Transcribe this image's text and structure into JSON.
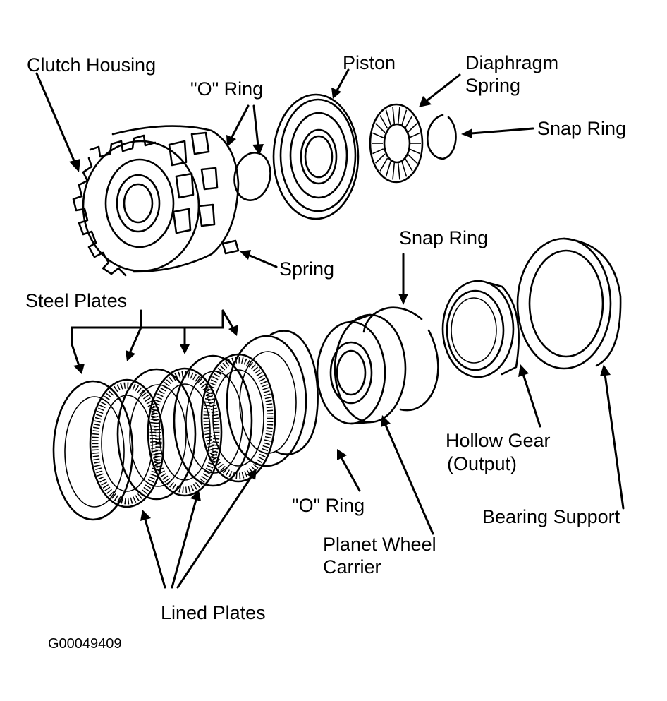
{
  "labels": {
    "clutch_housing": "Clutch Housing",
    "o_ring_top": "\"O\" Ring",
    "piston": "Piston",
    "diaphragm_spring_line1": "Diaphragm",
    "diaphragm_spring_line2": "Spring",
    "snap_ring_top": "Snap Ring",
    "spring": "Spring",
    "steel_plates": "Steel Plates",
    "snap_ring_mid": "Snap Ring",
    "hollow_gear_line1": "Hollow Gear",
    "hollow_gear_line2": "(Output)",
    "bearing_support": "Bearing Support",
    "o_ring_bottom": "\"O\" Ring",
    "planet_carrier_line1": "Planet Wheel",
    "planet_carrier_line2": "Carrier",
    "lined_plates": "Lined Plates"
  },
  "figure_code": "G00049409"
}
